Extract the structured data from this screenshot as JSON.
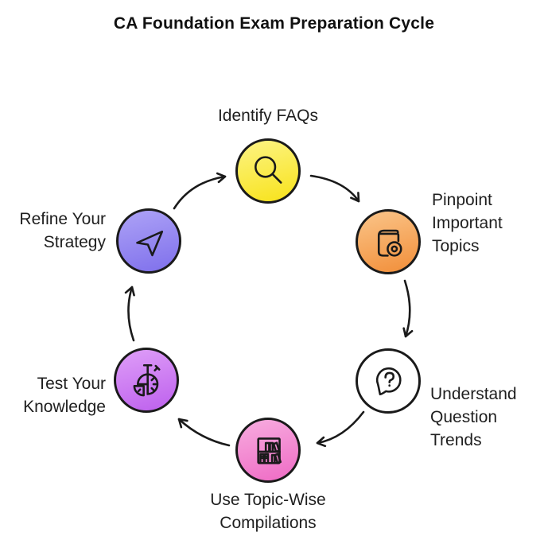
{
  "title": "CA Foundation Exam Preparation Cycle",
  "colors": {
    "background": "#ffffff",
    "outline": "#1a1a1a",
    "text": "#1f1f1f",
    "title_text": "#111111"
  },
  "nodes": [
    {
      "id": "identify-faqs",
      "label": "Identify FAQs",
      "icon": "magnifier-icon",
      "color_light": "#fcf37f",
      "color_dark": "#f8e31f"
    },
    {
      "id": "pinpoint-topics",
      "label": "Pinpoint Important Topics",
      "icon": "book-disc-icon",
      "color_light": "#fac285",
      "color_dark": "#f2913d"
    },
    {
      "id": "question-trends",
      "label": "Understand Question Trends",
      "icon": "question-bubble-icon",
      "color_light": "#f99densed",
      "color_dark": "#f2625a"
    },
    {
      "id": "topic-compilations",
      "label": "Use Topic-Wise Compilations",
      "icon": "bookshelf-icon",
      "color_light": "#f7a9de",
      "color_dark": "#ef6ec6"
    },
    {
      "id": "test-knowledge",
      "label": "Test Your Knowledge",
      "icon": "stopwatch-icon",
      "color_light": "#dd9bf7",
      "color_dark": "#bf63ee"
    },
    {
      "id": "refine-strategy",
      "label": "Refine Your Strategy",
      "icon": "send-icon",
      "color_light": "#aba0f6",
      "color_dark": "#8172ec"
    }
  ],
  "arrows": [
    {
      "from": "identify-faqs",
      "to": "pinpoint-topics"
    },
    {
      "from": "pinpoint-topics",
      "to": "question-trends"
    },
    {
      "from": "question-trends",
      "to": "topic-compilations"
    },
    {
      "from": "topic-compilations",
      "to": "test-knowledge"
    },
    {
      "from": "test-knowledge",
      "to": "refine-strategy"
    },
    {
      "from": "refine-strategy",
      "to": "identify-faqs"
    }
  ]
}
